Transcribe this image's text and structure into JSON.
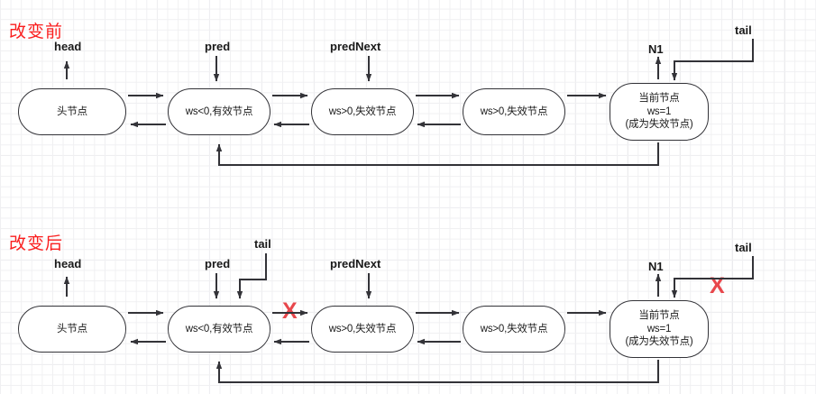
{
  "diagram": {
    "title_before": "改变前",
    "title_after": "改变后",
    "colors": {
      "red": "#fa1e1e",
      "x_red": "#e8474c",
      "stroke": "#333338",
      "grid_minor": "#f0f0f2",
      "grid_major": "#e6e6ea"
    }
  },
  "sections": [
    {
      "id": "before",
      "title": "改变前",
      "nodes": [
        {
          "id": "head-node",
          "lines": [
            "头节点"
          ]
        },
        {
          "id": "pred-node",
          "lines": [
            "ws<0,有效节点"
          ]
        },
        {
          "id": "prednext-node",
          "lines": [
            "ws>0,失效节点"
          ]
        },
        {
          "id": "third-node",
          "lines": [
            "ws>0,失效节点"
          ]
        },
        {
          "id": "current-node",
          "lines": [
            "当前节点",
            "ws=1",
            "(成为失效节点)"
          ]
        }
      ],
      "pointers": [
        {
          "id": "head",
          "label": "head"
        },
        {
          "id": "pred",
          "label": "pred"
        },
        {
          "id": "prednext",
          "label": "predNext"
        },
        {
          "id": "n1",
          "label": "N1"
        },
        {
          "id": "tail",
          "label": "tail"
        }
      ],
      "x_marks": []
    },
    {
      "id": "after",
      "title": "改变后",
      "nodes": [
        {
          "id": "head-node",
          "lines": [
            "头节点"
          ]
        },
        {
          "id": "pred-node",
          "lines": [
            "ws<0,有效节点"
          ]
        },
        {
          "id": "prednext-node",
          "lines": [
            "ws>0,失效节点"
          ]
        },
        {
          "id": "third-node",
          "lines": [
            "ws>0,失效节点"
          ]
        },
        {
          "id": "current-node",
          "lines": [
            "当前节点",
            "ws=1",
            "(成为失效节点)"
          ]
        }
      ],
      "pointers": [
        {
          "id": "head",
          "label": "head"
        },
        {
          "id": "pred",
          "label": "pred"
        },
        {
          "id": "tail-pred",
          "label": "tail"
        },
        {
          "id": "prednext",
          "label": "predNext"
        },
        {
          "id": "n1",
          "label": "N1"
        },
        {
          "id": "tail-right",
          "label": "tail"
        }
      ],
      "x_marks": [
        {
          "id": "x-pred-forward",
          "glyph": "X"
        },
        {
          "id": "x-tail-right",
          "glyph": "X"
        }
      ]
    }
  ]
}
